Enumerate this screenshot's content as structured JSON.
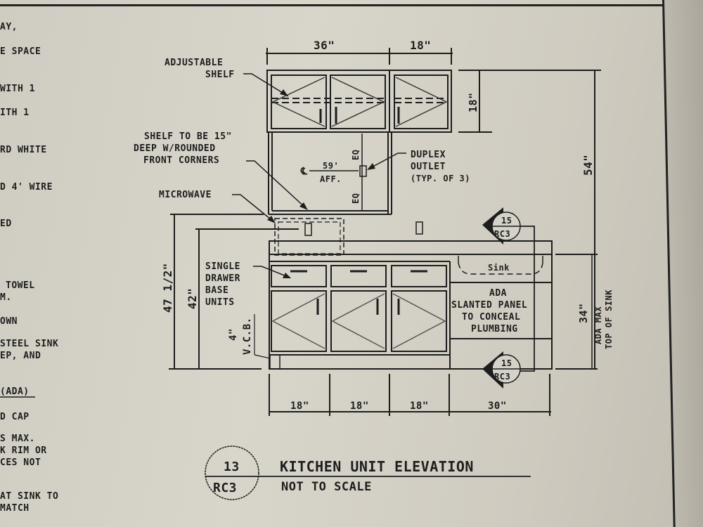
{
  "drawing": {
    "title": "KITCHEN UNIT ELEVATION",
    "subtitle": "NOT TO SCALE",
    "detail_number": "13",
    "sheet_ref": "RC3"
  },
  "notes_left": [
    "AY,",
    "E SPACE",
    "WITH 1",
    "ITH 1",
    "RD WHITE",
    "D 4' WIRE",
    "ED",
    "TOWEL",
    "M.",
    "OWN",
    "STEEL SINK",
    "EP, AND",
    "(ADA)",
    "D CAP",
    "S MAX.",
    "K RIM OR",
    "CES NOT",
    "AT SINK TO",
    "MATCH"
  ],
  "dimensions": {
    "upper_left_width": "36\"",
    "upper_right_width": "18\"",
    "upper_height": "18\"",
    "overall_height": "54\"",
    "counter_height_outer": "47 1/2\"",
    "counter_height_inner": "42\"",
    "vcb_height": "4\"",
    "vcb_label": "V.C.B.",
    "sink_height": "34\"",
    "sink_note_1": "ADA MAX",
    "sink_note_2": "TOP OF SINK",
    "base_widths": [
      "18\"",
      "18\"",
      "18\"",
      "30\""
    ],
    "outlet_centerline": "59'",
    "outlet_aff": "AFF.",
    "eq": "EQ"
  },
  "callouts": {
    "adjustable_shelf": [
      "ADJUSTABLE",
      "SHELF"
    ],
    "shelf_note": [
      "SHELF TO BE 15\"",
      "DEEP W/ROUNDED",
      "FRONT CORNERS"
    ],
    "microwave": "MICROWAVE",
    "duplex_outlet": [
      "DUPLEX",
      "OUTLET",
      "(TYP. OF 3)"
    ],
    "base_units": [
      "SINGLE",
      "DRAWER",
      "BASE",
      "UNITS"
    ],
    "sink": "Sink",
    "ada_panel": [
      "ADA",
      "SLANTED PANEL",
      "TO CONCEAL",
      "PLUMBING"
    ],
    "section_marker_top": {
      "number": "15",
      "sheet": "RC3"
    },
    "section_marker_bottom": {
      "number": "15",
      "sheet": "RC3"
    }
  },
  "colors": {
    "line": "#1d1d1d",
    "paper": "#d5d2c8",
    "bezel": "#a9a59b"
  }
}
